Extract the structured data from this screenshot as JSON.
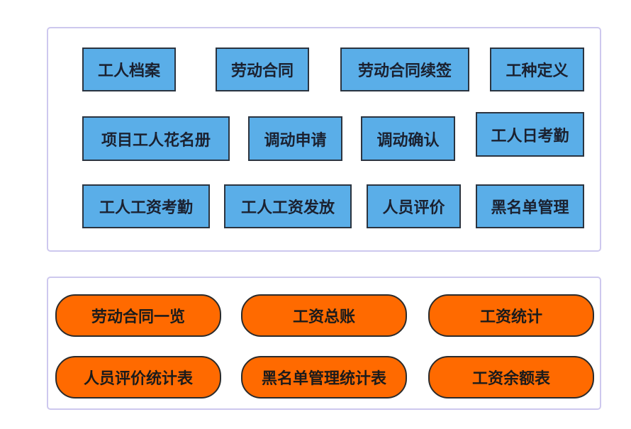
{
  "modules": [
    {
      "label": "工人档案"
    },
    {
      "label": "劳动合同"
    },
    {
      "label": "劳动合同续签"
    },
    {
      "label": "工种定义"
    },
    {
      "label": "项目工人花名册"
    },
    {
      "label": "调动申请"
    },
    {
      "label": "调动确认"
    },
    {
      "label": "工人日考勤"
    },
    {
      "label": "工人工资考勤"
    },
    {
      "label": "工人工资发放"
    },
    {
      "label": "人员评价"
    },
    {
      "label": "黑名单管理"
    }
  ],
  "reports": [
    {
      "label": "劳动合同一览"
    },
    {
      "label": "工资总账"
    },
    {
      "label": "工资统计"
    },
    {
      "label": "人员评价统计表"
    },
    {
      "label": "黑名单管理统计表"
    },
    {
      "label": "工资余额表"
    }
  ],
  "colors": {
    "module_fill": "#5aaee8",
    "report_fill": "#ff6a00",
    "panel_border": "#cdc8ee"
  }
}
